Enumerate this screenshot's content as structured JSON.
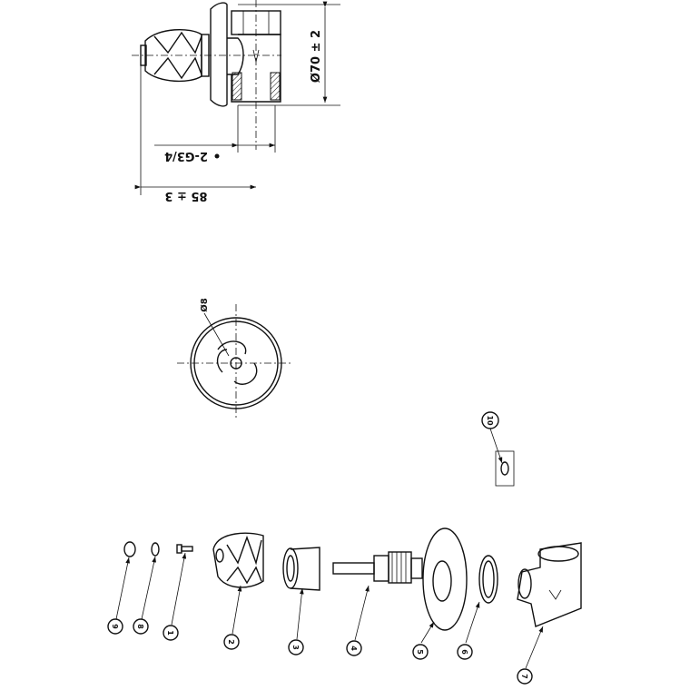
{
  "dimensions": {
    "diameter": "Ø70 ± 2",
    "thread": "2-G3/4",
    "length": "85 ± 3",
    "hole": "Ø8"
  },
  "callouts": [
    "1",
    "2",
    "3",
    "4",
    "5",
    "6",
    "7",
    "8",
    "9",
    "10"
  ]
}
